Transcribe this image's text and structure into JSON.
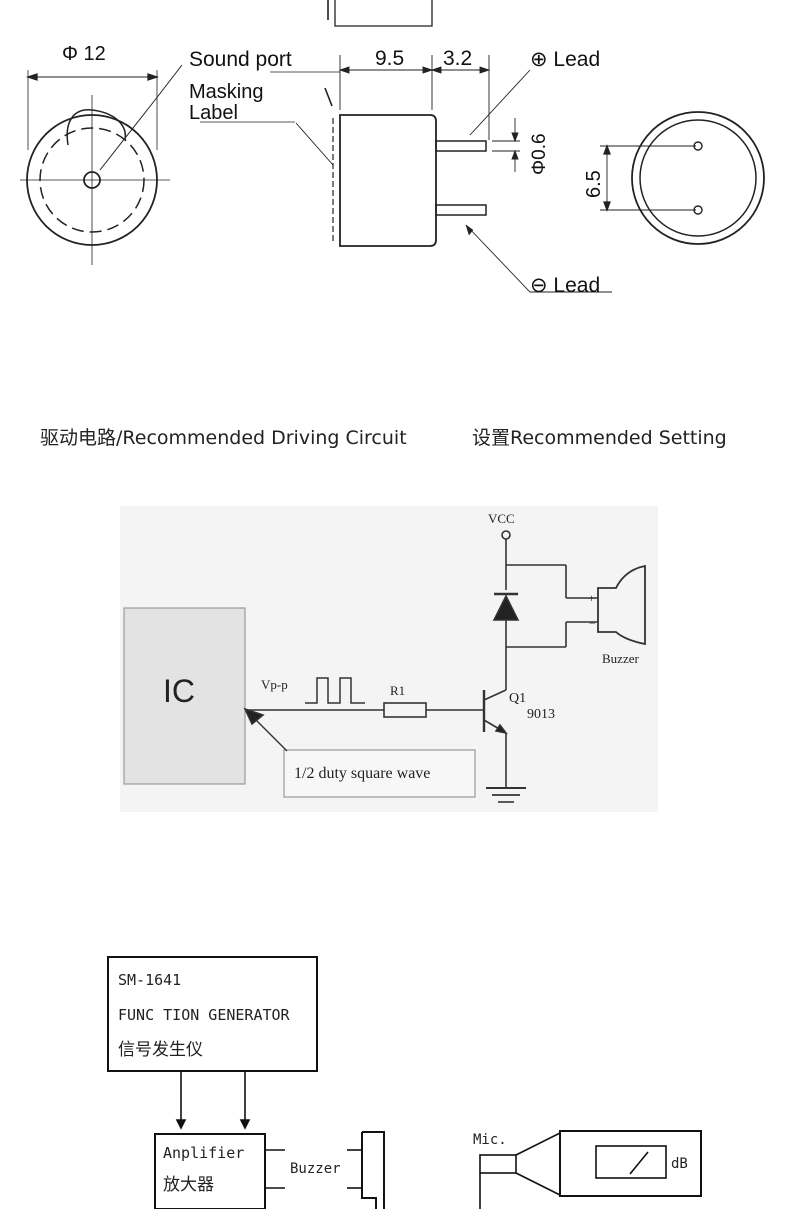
{
  "drawing": {
    "dia_label": "Φ 12",
    "sound_port": "Sound port",
    "masking_1": "Masking",
    "masking_2": "Label",
    "dim_95": "9.5",
    "dim_32": "3.2",
    "lead_pos": "⊕ Lead",
    "lead_neg": "⊖ Lead",
    "pin_dia": "Φ0.6",
    "pitch": "6.5"
  },
  "captions": {
    "left": "驱动电路/Recommended Driving Circuit",
    "right": "设置Recommended Setting"
  },
  "circuit": {
    "vcc": "VCC",
    "ic": "IC",
    "vpp": "Vp-p",
    "r1": "R1",
    "q1": "Q1",
    "part": "9013",
    "plus": "+",
    "minus": "−",
    "buzzer": "Buzzer",
    "note": "1/2 duty square wave"
  },
  "setup": {
    "gen_1": "SM-1641",
    "gen_2": "FUNC TION GENERATOR",
    "gen_3": "信号发生仪",
    "amp_1": "Anplifier",
    "amp_2": "放大器",
    "buzzer": "Buzzer",
    "mic": "Mic.",
    "db": "dB"
  }
}
